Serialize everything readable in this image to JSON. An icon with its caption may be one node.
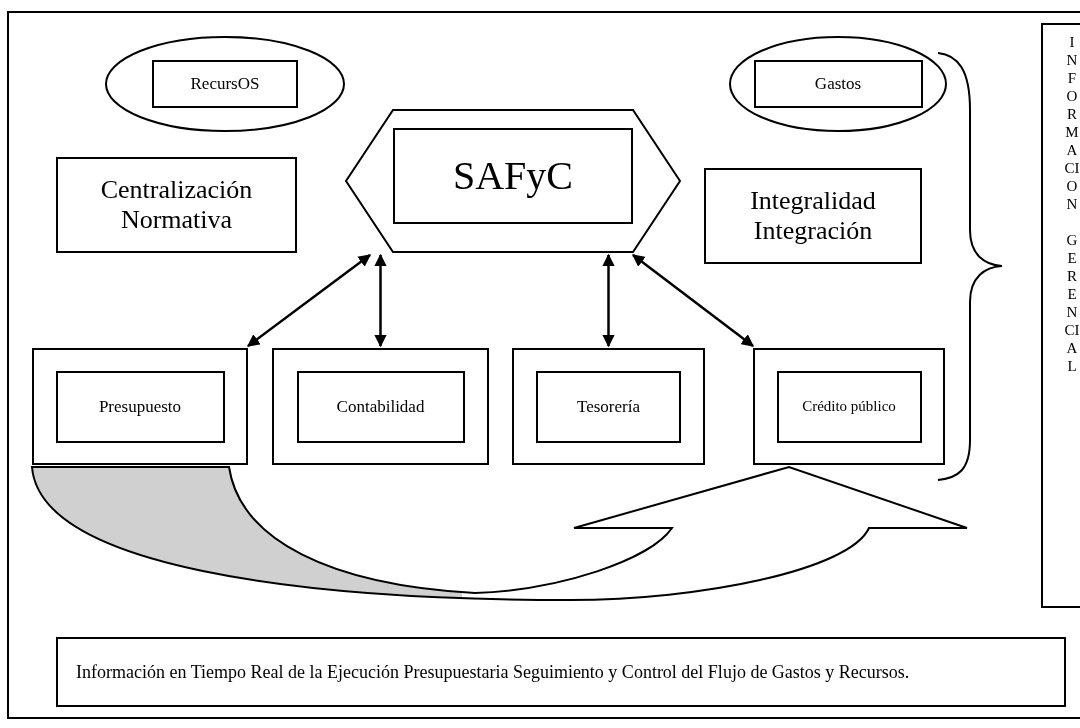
{
  "diagram": {
    "nodes": [
      {
        "text": [],
        "shape": "ellipse"
      },
      {
        "text": [
          "RecursOS"
        ],
        "in": 0
      },
      {
        "text": [],
        "shape": "ellipse"
      },
      {
        "text": [
          "Gastos"
        ],
        "in": 2
      },
      {
        "text": [
          "Centralización Normativa"
        ]
      },
      {
        "text": [],
        "shape": "hexagon"
      },
      {
        "text": [
          "SAFyC"
        ],
        "in": 5
      },
      {
        "text": [
          "Integralidad Integración"
        ]
      },
      {
        "text": [],
        "shape": "box"
      },
      {
        "text": [
          "Presupuesto"
        ],
        "in": 8
      },
      {
        "text": [],
        "shape": "box"
      },
      {
        "text": [
          "Contabilidad"
        ],
        "in": 10
      },
      {
        "text": [],
        "shape": "box"
      },
      {
        "text": [
          "Tesorería"
        ],
        "in": 12
      },
      {
        "text": [],
        "shape": "box"
      },
      {
        "text": [
          "Crédito público"
        ],
        "in": 14
      },
      {
        "text": [
          "INFORMACION",
          "GERENCIAL"
        ]
      },
      {
        "text": [
          "Información en Tiempo Real de la Ejecución Presupuestaria Seguimiento y Control del Flujo de Gastos y Recursos."
        ]
      }
    ],
    "edges": [
      {
        "from": 5,
        "to": 8,
        "arrow": "both"
      },
      {
        "from": 5,
        "to": 10,
        "arrow": "both"
      },
      {
        "from": 5,
        "to": 12,
        "arrow": "both"
      },
      {
        "from": 5,
        "to": 14,
        "arrow": "both"
      },
      {
        "from": 8,
        "to": 14,
        "arrow": "to",
        "style": "thick"
      }
    ]
  }
}
